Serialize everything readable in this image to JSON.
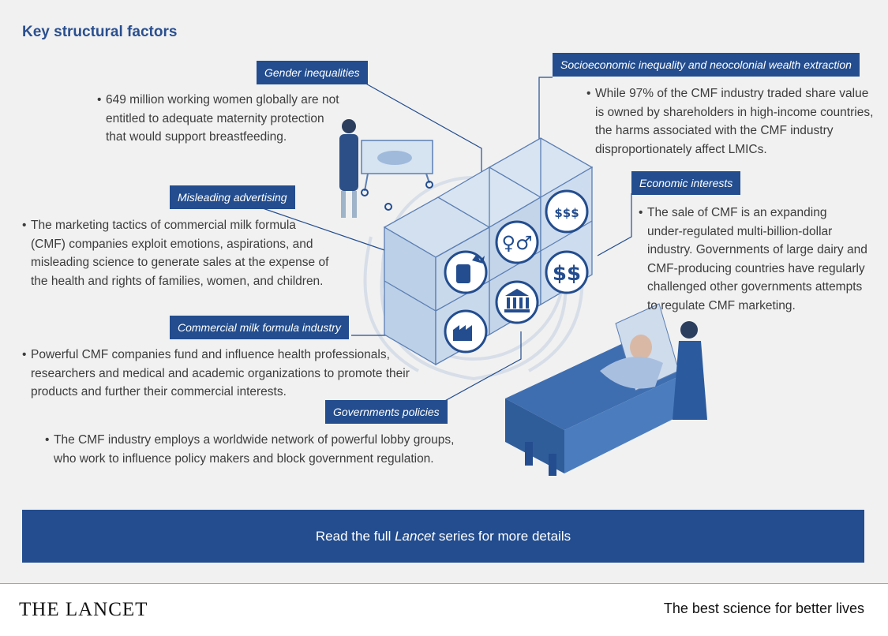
{
  "header": {
    "title": "Key structural factors"
  },
  "factors": {
    "gender": {
      "label": "Gender inequalities",
      "bullet": [
        "649 million working women globally are not",
        "entitled to adequate maternity protection",
        "that would support breastfeeding."
      ]
    },
    "socio": {
      "label": "Socioeconomic inequality and neocolonial wealth extraction",
      "bullet": [
        "While 97% of the CMF industry traded share value",
        "is owned by shareholders in high-income countries,",
        "the harms associated with the CMF industry",
        "disproportionately affect LMICs."
      ]
    },
    "misleading": {
      "label": "Misleading advertising",
      "bullet": [
        "The marketing tactics of commercial milk formula",
        "(CMF) companies exploit emotions, aspirations, and",
        "misleading science to generate sales at the expense of",
        "the health and rights of families, women, and children."
      ]
    },
    "economic": {
      "label": "Economic interests",
      "bullet": [
        "The sale of CMF is an expanding",
        "under-regulated multi-billion-dollar",
        "industry. Governments of large dairy and",
        "CMF-producing countries have regularly",
        "challenged other governments attempts",
        "to regulate CMF marketing."
      ]
    },
    "industry": {
      "label": "Commercial milk formula industry",
      "bullet": [
        "Powerful CMF companies fund and influence health professionals,",
        "researchers and medical and academic organizations to promote their",
        "products and further their commercial interests."
      ]
    },
    "government": {
      "label": "Governments policies",
      "bullet": [
        "The CMF industry employs a worldwide network of powerful lobby groups,",
        "who work to influence policy makers and block government regulation."
      ]
    }
  },
  "bullet_char": "•",
  "cta": {
    "prefix": "Read the full ",
    "emphasis": "Lancet",
    "suffix": " series for more details"
  },
  "footer": {
    "logo": "THE LANCET",
    "tagline": "The best science for better lives"
  },
  "icons": [
    "milk-bottle-icon",
    "gender-symbols-icon",
    "money-bags-icon",
    "factory-icon",
    "government-building-icon",
    "dollar-icon"
  ],
  "colors": {
    "brand_blue": "#234d8e",
    "background": "#f1f1f1",
    "cube_fill": "#c7d7ea",
    "cube_stroke": "#5b7fb4"
  }
}
